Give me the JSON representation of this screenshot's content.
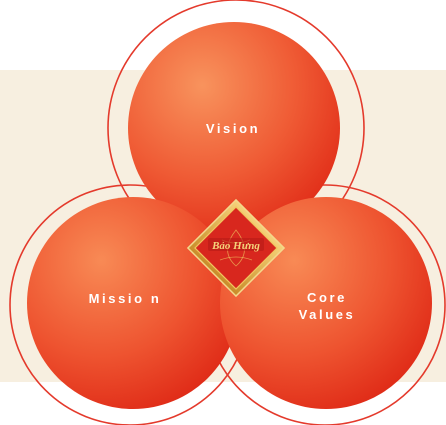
{
  "diagram": {
    "circles": [
      {
        "id": "vision",
        "lines": [
          "Vision"
        ]
      },
      {
        "id": "mission",
        "lines": [
          "Missio n"
        ]
      },
      {
        "id": "core_values",
        "lines": [
          "Core",
          "Values"
        ]
      }
    ],
    "logo": {
      "text": "Bảo Hưng"
    },
    "colors": {
      "circle_light": "#f47a4a",
      "circle_dark": "#e8321c",
      "outline": "#e43a2c",
      "band": "#f7efe0",
      "logo_gold": "#e7b84a",
      "logo_red": "#d8271e"
    }
  }
}
